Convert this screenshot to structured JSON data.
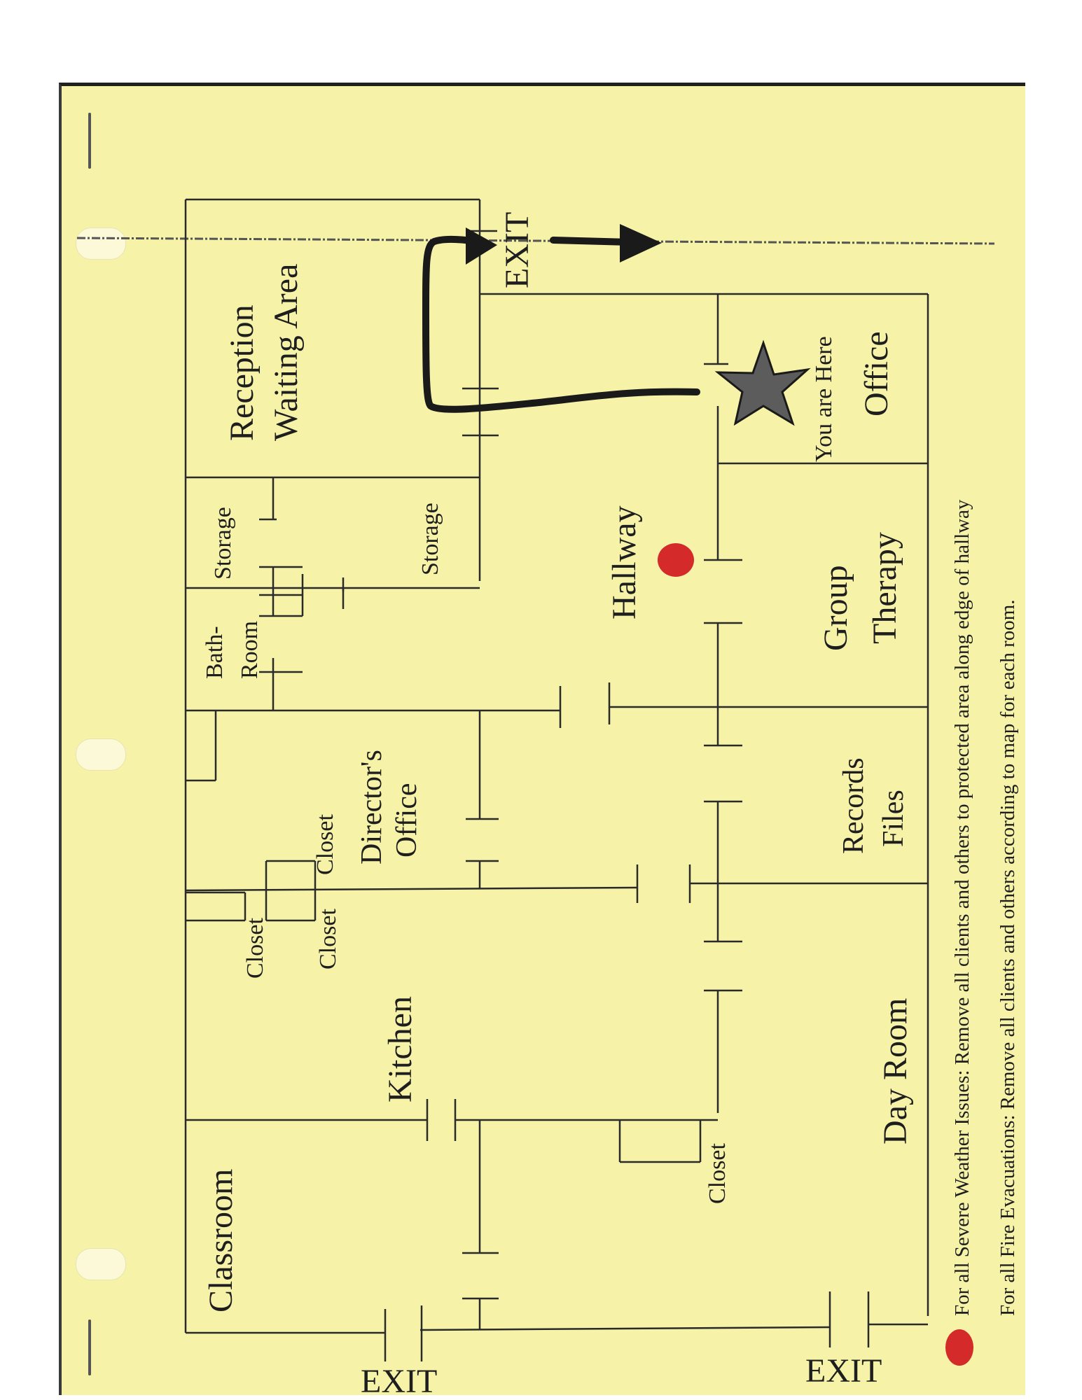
{
  "rooms": {
    "reception_line1": "Reception",
    "reception_line2": "Waiting Area",
    "exit_top": "EXIT",
    "storage_upper": "Storage",
    "storage_lower": "Storage",
    "bathroom_line1": "Bath-",
    "bathroom_line2": "Room",
    "hallway": "Hallway",
    "you_are_here": "You are Here",
    "office": "Office",
    "group_therapy_line1": "Group",
    "group_therapy_line2": "Therapy",
    "directors_line1": "Director's",
    "directors_line2": "Office",
    "closet_a": "Closet",
    "closet_b": "Closet",
    "closet_c": "Closet",
    "closet_d": "Closet",
    "records_line1": "Records",
    "records_line2": "Files",
    "kitchen": "Kitchen",
    "day_room": "Day Room",
    "classroom": "Classroom",
    "exit_bottom_left": "EXIT",
    "exit_bottom_right": "EXIT"
  },
  "notes": {
    "severe_weather": "For all Severe Weather Issues:  Remove all clients and others to protected area along edge of hallway",
    "fire": "For all Fire Evacuations:  Remove all clients and others according to map for each room."
  },
  "colors": {
    "paper": "#f6f3a8",
    "ink": "#1e1e1e",
    "marker_red": "#d42a2a",
    "route": "#1a1a1a"
  },
  "icons": {
    "you_are_here": "star-icon",
    "protected_area": "red-dot-icon",
    "route": "arrow-icon"
  }
}
